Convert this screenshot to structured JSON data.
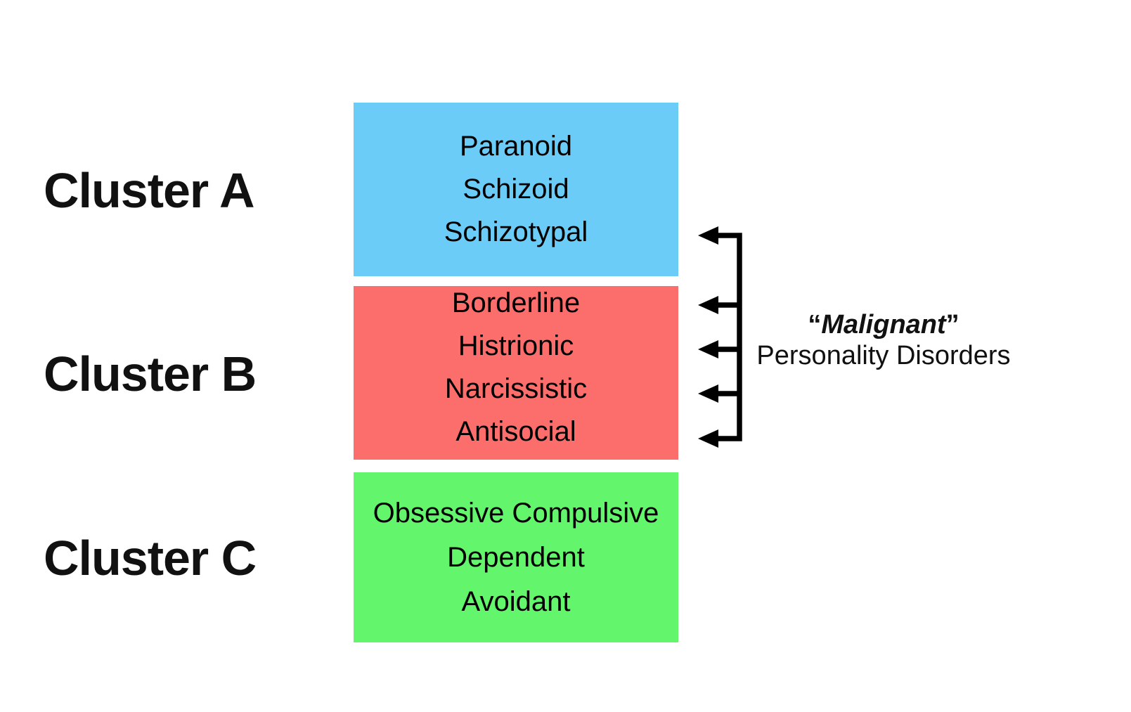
{
  "clusters": [
    {
      "label": "Cluster A",
      "color": "#6BCCF8",
      "items": [
        "Paranoid",
        "Schizoid",
        "Schizotypal"
      ]
    },
    {
      "label": "Cluster B",
      "color": "#FB6E6B",
      "items": [
        "Borderline",
        "Histrionic",
        "Narcissistic",
        "Antisocial"
      ]
    },
    {
      "label": "Cluster C",
      "color": "#63F56B",
      "items": [
        "Obsessive Compulsive",
        "Dependent",
        "Avoidant"
      ]
    }
  ],
  "annotation": {
    "open_quote": "“",
    "word": "Malignant",
    "close_quote": "”",
    "line2": "Personality Disorders",
    "arrow_color": "#000000",
    "points_to": [
      "Schizotypal",
      "Borderline",
      "Histrionic",
      "Narcissistic",
      "Antisocial"
    ]
  }
}
